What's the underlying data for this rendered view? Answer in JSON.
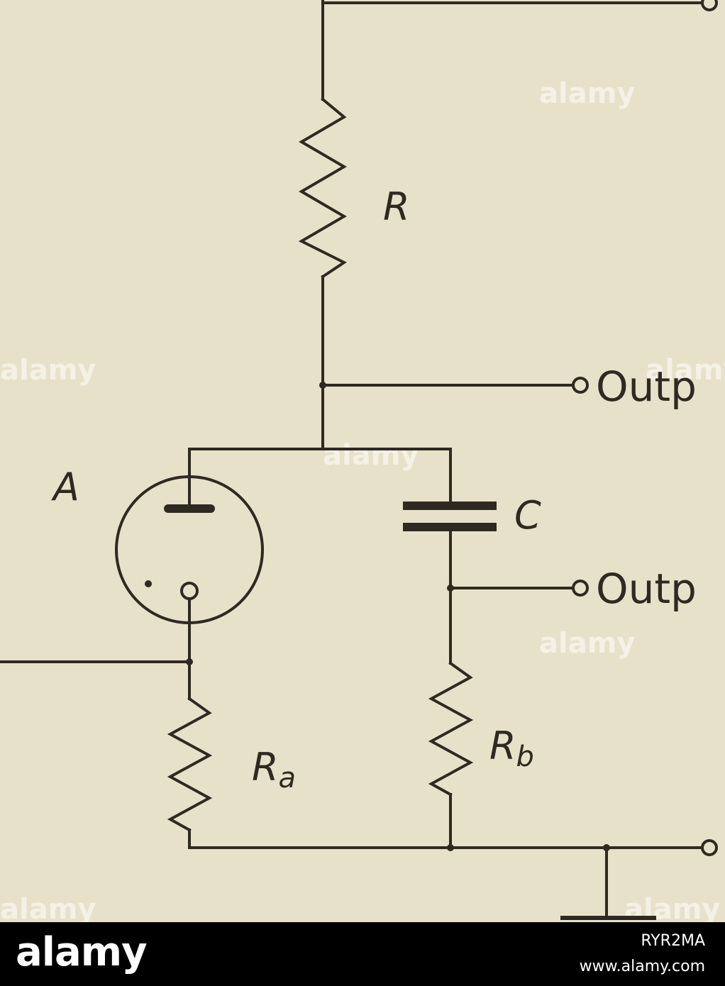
{
  "diagram": {
    "labels": {
      "R": "R",
      "A": "A",
      "C": "C",
      "Ra_main": "R",
      "Ra_sub": "a",
      "Rb_main": "R",
      "Rb_sub": "b",
      "output1": "Outp",
      "output2": "Outp"
    },
    "watermark": "alamy"
  },
  "footer": {
    "brand": "alamy",
    "image_id": "RYR2MA",
    "site": "www.alamy.com"
  },
  "colors": {
    "paper": "#e8e1c9",
    "ink": "#2e2a22",
    "footer_bg": "#000000"
  }
}
